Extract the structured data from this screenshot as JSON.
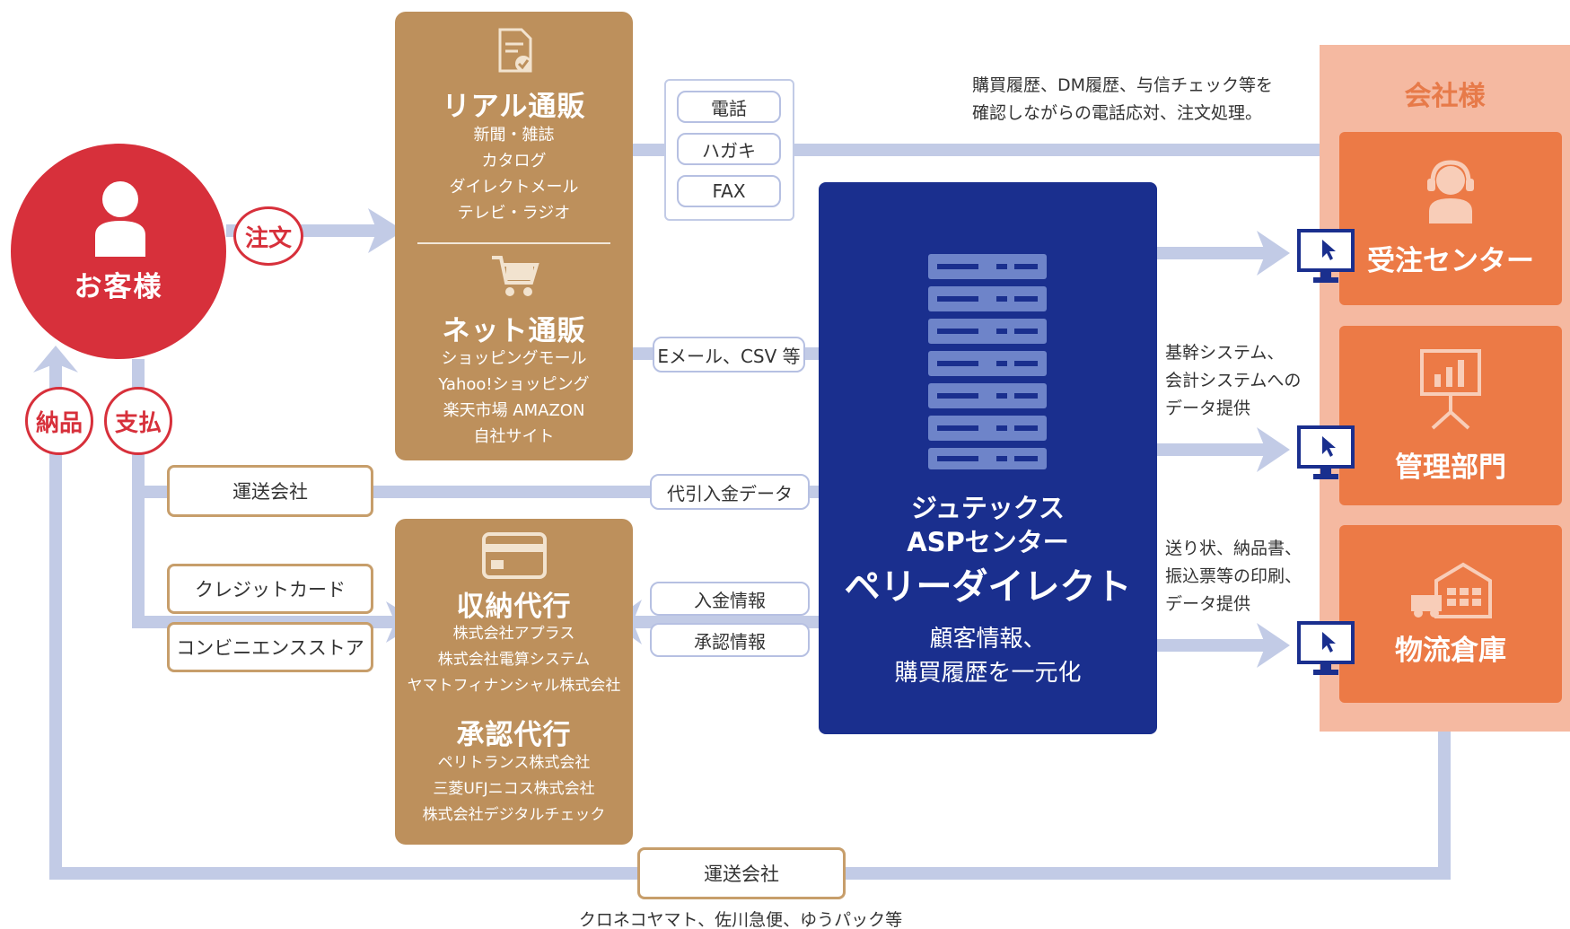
{
  "customer": {
    "label": "お客様",
    "icon": "person-icon"
  },
  "tags": {
    "order": "注文",
    "delivery": "納品",
    "payment": "支払"
  },
  "real_mail_order": {
    "title": "リアル通販",
    "items": [
      "新聞・雑誌",
      "カタログ",
      "ダイレクトメール",
      "テレビ・ラジオ"
    ],
    "icon": "document-check-icon"
  },
  "net_mail_order": {
    "title": "ネット通販",
    "items": [
      "ショッピングモール",
      "Yahoo!ショッピング",
      "楽天市場 AMAZON",
      "自社サイト"
    ],
    "icon": "cart-icon"
  },
  "order_methods": [
    "電話",
    "ハガキ",
    "FAX"
  ],
  "labels": {
    "email_csv": "Eメール、CSV 等",
    "cod_data": "代引入金データ",
    "payment_info": "入金情報",
    "approval_info": "承認情報",
    "carrier_top": "運送会社",
    "carrier_bottom": "運送会社",
    "carrier_note": "クロネコヤマト、佐川急便、ゆうパック等",
    "credit_card": "クレジットカード",
    "convenience_store": "コンビニエンスストア"
  },
  "collection": {
    "title": "収納代行",
    "items": [
      "株式会社アプラス",
      "株式会社電算システム",
      "ヤマトフィナンシャル株式会社"
    ],
    "title2": "承認代行",
    "items2": [
      "ペリトランス株式会社",
      "三菱UFJニコス株式会社",
      "株式会社デジタルチェック"
    ],
    "icon": "credit-card-icon"
  },
  "center": {
    "line1": "ジュテックス",
    "line2": "ASPセンター",
    "name": "ペリーダイレクト",
    "desc1": "顧客情報、",
    "desc2": "購買履歴を一元化",
    "icon": "server-icon"
  },
  "notes": {
    "top": [
      "購買履歴、DM履歴、与信チェック等を",
      "確認しながらの電話応対、注文処理。"
    ],
    "middle": [
      "基幹システム、",
      "会計システムへの",
      "データ提供"
    ],
    "bottom": [
      "送り状、納品書、",
      "振込票等の印刷、",
      "データ提供"
    ]
  },
  "company": {
    "title": "会社様",
    "departments": [
      {
        "name": "受注センター",
        "icon": "operator-icon"
      },
      {
        "name": "管理部門",
        "icon": "presentation-chart-icon"
      },
      {
        "name": "物流倉庫",
        "icon": "warehouse-truck-icon"
      }
    ]
  },
  "colors": {
    "customer_red": "#d7303b",
    "tan": "#bd905c",
    "center_blue": "#1a2f8e",
    "company_orange": "#ec7a46",
    "company_bg": "#f5b9a1",
    "flow_line": "#c2cbe6"
  }
}
